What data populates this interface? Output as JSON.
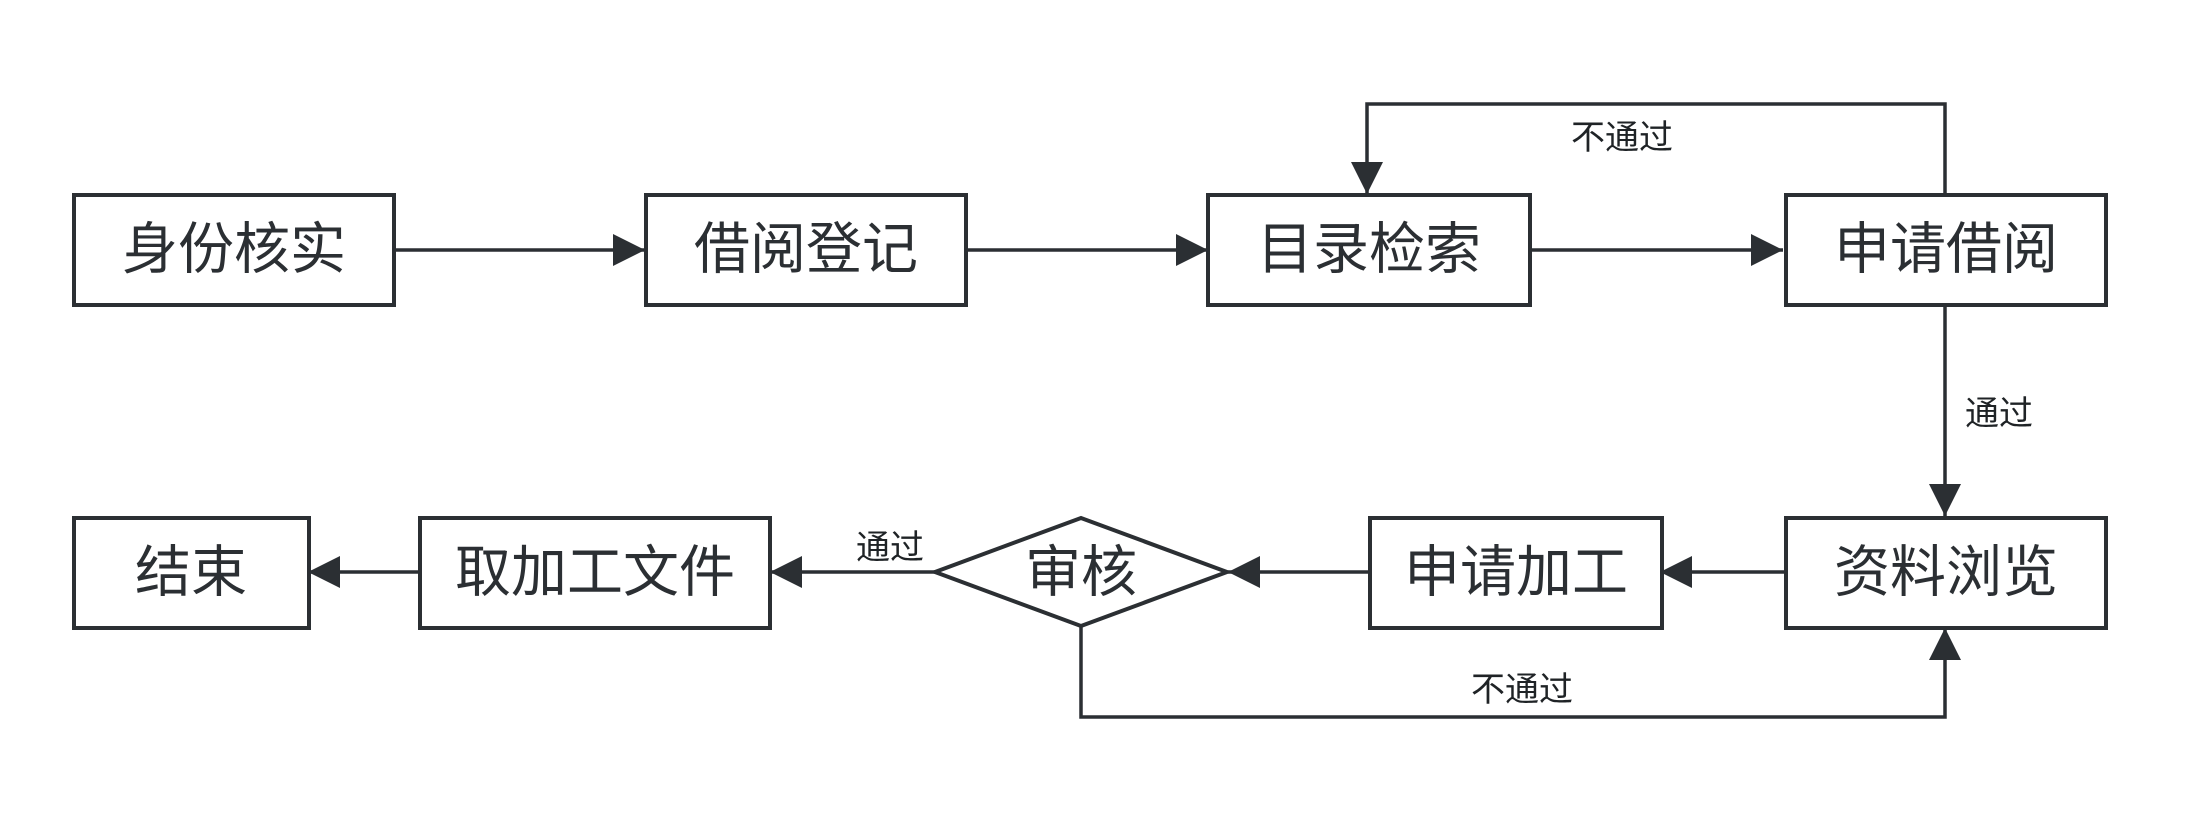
{
  "nodes": {
    "identity_check": "身份核实",
    "borrow_register": "借阅登记",
    "catalog_search": "目录检索",
    "apply_borrow": "申请借阅",
    "browse_materials": "资料浏览",
    "apply_processing": "申请加工",
    "review": "审核",
    "retrieve_files": "取加工文件",
    "end": "结束"
  },
  "edges": {
    "apply_to_search_reject": "不通过",
    "apply_to_browse_pass": "通过",
    "review_to_retrieve_pass": "通过",
    "review_to_browse_reject": "不通过"
  },
  "colors": {
    "stroke": "#2b2f33",
    "fill": "#ffffff"
  }
}
